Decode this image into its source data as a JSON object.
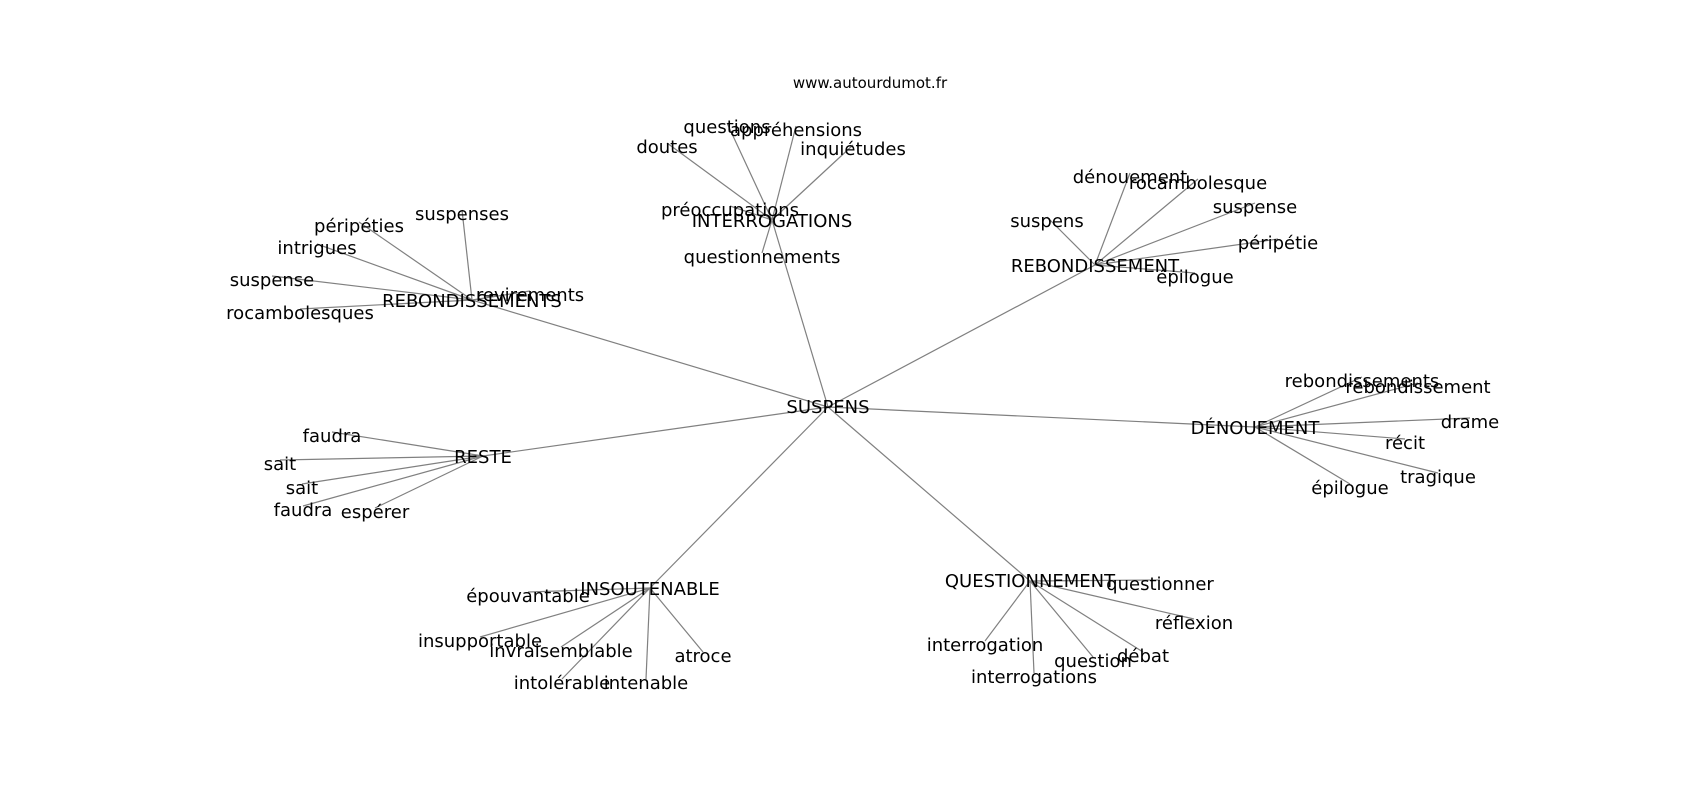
{
  "watermark": "www.autourdumot.fr",
  "colors": {
    "edge": "#808080",
    "text": "#000000",
    "background": "#ffffff"
  },
  "graph": {
    "root": "SUSPENS",
    "clusters": [
      {
        "label": "INTERROGATIONS",
        "leaves": [
          "questions",
          "appréhensions",
          "doutes",
          "inquiétudes",
          "préoccupations",
          "questionnements"
        ]
      },
      {
        "label": "REBONDISSEMENTS",
        "leaves": [
          "suspenses",
          "péripéties",
          "intrigues",
          "suspense",
          "rocambolesques",
          "revirements"
        ]
      },
      {
        "label": "REBONDISSEMENT",
        "leaves": [
          "dénouement",
          "rocambolesque",
          "suspense",
          "péripétie",
          "suspens",
          "épilogue"
        ]
      },
      {
        "label": "DÉNOUEMENT",
        "leaves": [
          "rebondissements",
          "rebondissement",
          "drame",
          "récit",
          "tragique",
          "épilogue"
        ]
      },
      {
        "label": "RESTE",
        "leaves": [
          "faudra",
          "sait",
          "sait",
          "faudra",
          "espérer"
        ]
      },
      {
        "label": "INSOUTENABLE",
        "leaves": [
          "épouvantable",
          "insupportable",
          "invraisemblable",
          "atroce",
          "intolérable",
          "intenable"
        ]
      },
      {
        "label": "QUESTIONNEMENT",
        "leaves": [
          "questionner",
          "réflexion",
          "interrogation",
          "débat",
          "question",
          "interrogations"
        ]
      }
    ]
  }
}
